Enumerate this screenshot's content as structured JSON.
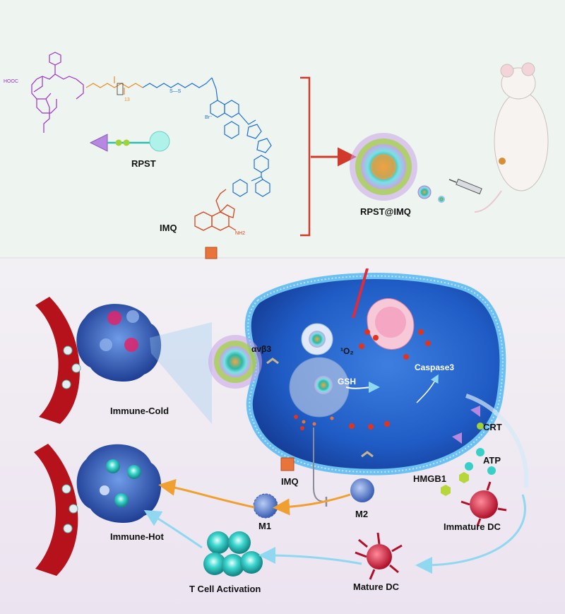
{
  "top_panel": {
    "rpst_label": "RPST",
    "imq_label": "IMQ",
    "rpst_imq_label": "RPST@IMQ",
    "chem_text": {
      "hooc": "HOOC",
      "subscript_13": "13",
      "nh2": "NH2",
      "br": "Br⁻",
      "s_s": "S—S"
    }
  },
  "bottom_panel": {
    "immune_cold_label": "Immune-Cold",
    "immune_hot_label": "Immune-Hot",
    "integrin_label": "αvβ3",
    "ros_label": "¹O₂",
    "gsh_label": "GSH",
    "caspase_label": "Caspase3",
    "crt_label": "CRT",
    "atp_label": "ATP",
    "hmgb1_label": "HMGB1",
    "imq_label": "IMQ",
    "m1_label": "M1",
    "m2_label": "M2",
    "immature_dc_label": "Immature DC",
    "mature_dc_label": "Mature DC",
    "t_cell_label": "T Cell Activation"
  },
  "colors": {
    "peptide": "#9b30d0",
    "peg_linker": "#f08a24",
    "aie_core": "#1e6fd6",
    "imq": "#d8421b",
    "bracket": "#d0392b",
    "vessel": "#b5121b",
    "tumor": "#2c4fa8",
    "cell_membrane": "#4aa8e8",
    "arrow_orange": "#f0a030",
    "arrow_cyan": "#8fd8f0",
    "dc": "#d42a2a",
    "t_cell": "#36d0c8"
  }
}
